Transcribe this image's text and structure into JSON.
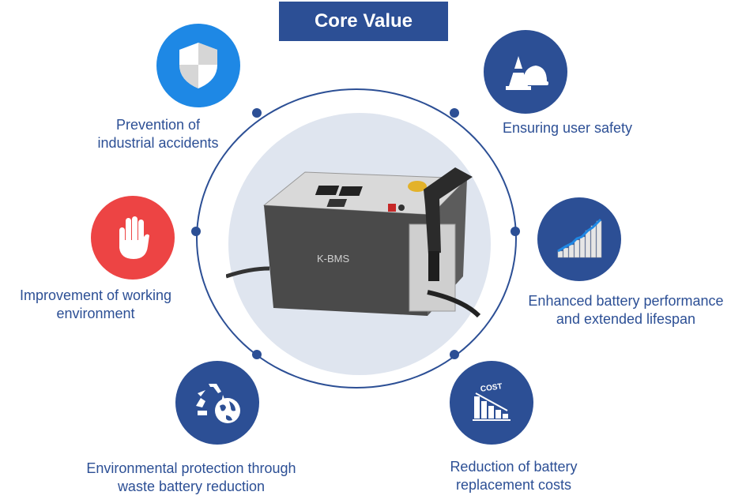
{
  "title": "Core Value",
  "device_logo": "K-BMS",
  "values": [
    {
      "label_line1": "Prevention of",
      "label_line2": "industrial accidents",
      "icon": "shield-icon",
      "color": "#1e88e5"
    },
    {
      "label_line1": "Ensuring user safety",
      "label_line2": "",
      "icon": "safety-helmet-cone-icon",
      "color": "#2c4f95"
    },
    {
      "label_line1": "Improvement of working",
      "label_line2": "environment",
      "icon": "stop-hand-icon",
      "color": "#e53935"
    },
    {
      "label_line1": "Enhanced battery performance",
      "label_line2": "and extended lifespan",
      "icon": "rising-graph-icon",
      "color": "#2c4f95"
    },
    {
      "label_line1": "Environmental protection through",
      "label_line2": "waste battery reduction",
      "icon": "recycle-globe-icon",
      "color": "#2c4f95"
    },
    {
      "label_line1": "Reduction of battery",
      "label_line2": "replacement costs",
      "icon": "cost-reduction-icon",
      "color": "#2c4f95"
    }
  ],
  "cost_icon_text": "COST"
}
